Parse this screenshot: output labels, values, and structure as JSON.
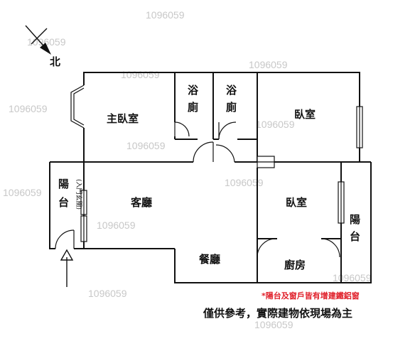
{
  "compass": {
    "label": "北"
  },
  "rooms": {
    "master_bedroom": "主臥室",
    "bath_1_top": "浴",
    "bath_1_bottom": "廁",
    "bath_2_top": "浴",
    "bath_2_bottom": "廁",
    "bedroom_top_right": "臥室",
    "balcony_left_top": "陽",
    "balcony_left_bottom": "台",
    "entrance_note": "(入門玄關)",
    "living_room": "客廳",
    "bedroom_middle": "臥室",
    "balcony_right_top": "陽",
    "balcony_right_bottom": "台",
    "dining_room": "餐廳",
    "kitchen": "廚房"
  },
  "notes": {
    "red_note": "*陽台及窗戶皆有增建鐵鋁窗",
    "disclaimer": "僅供參考，實際建物依現場為主"
  },
  "watermark": "1096059"
}
